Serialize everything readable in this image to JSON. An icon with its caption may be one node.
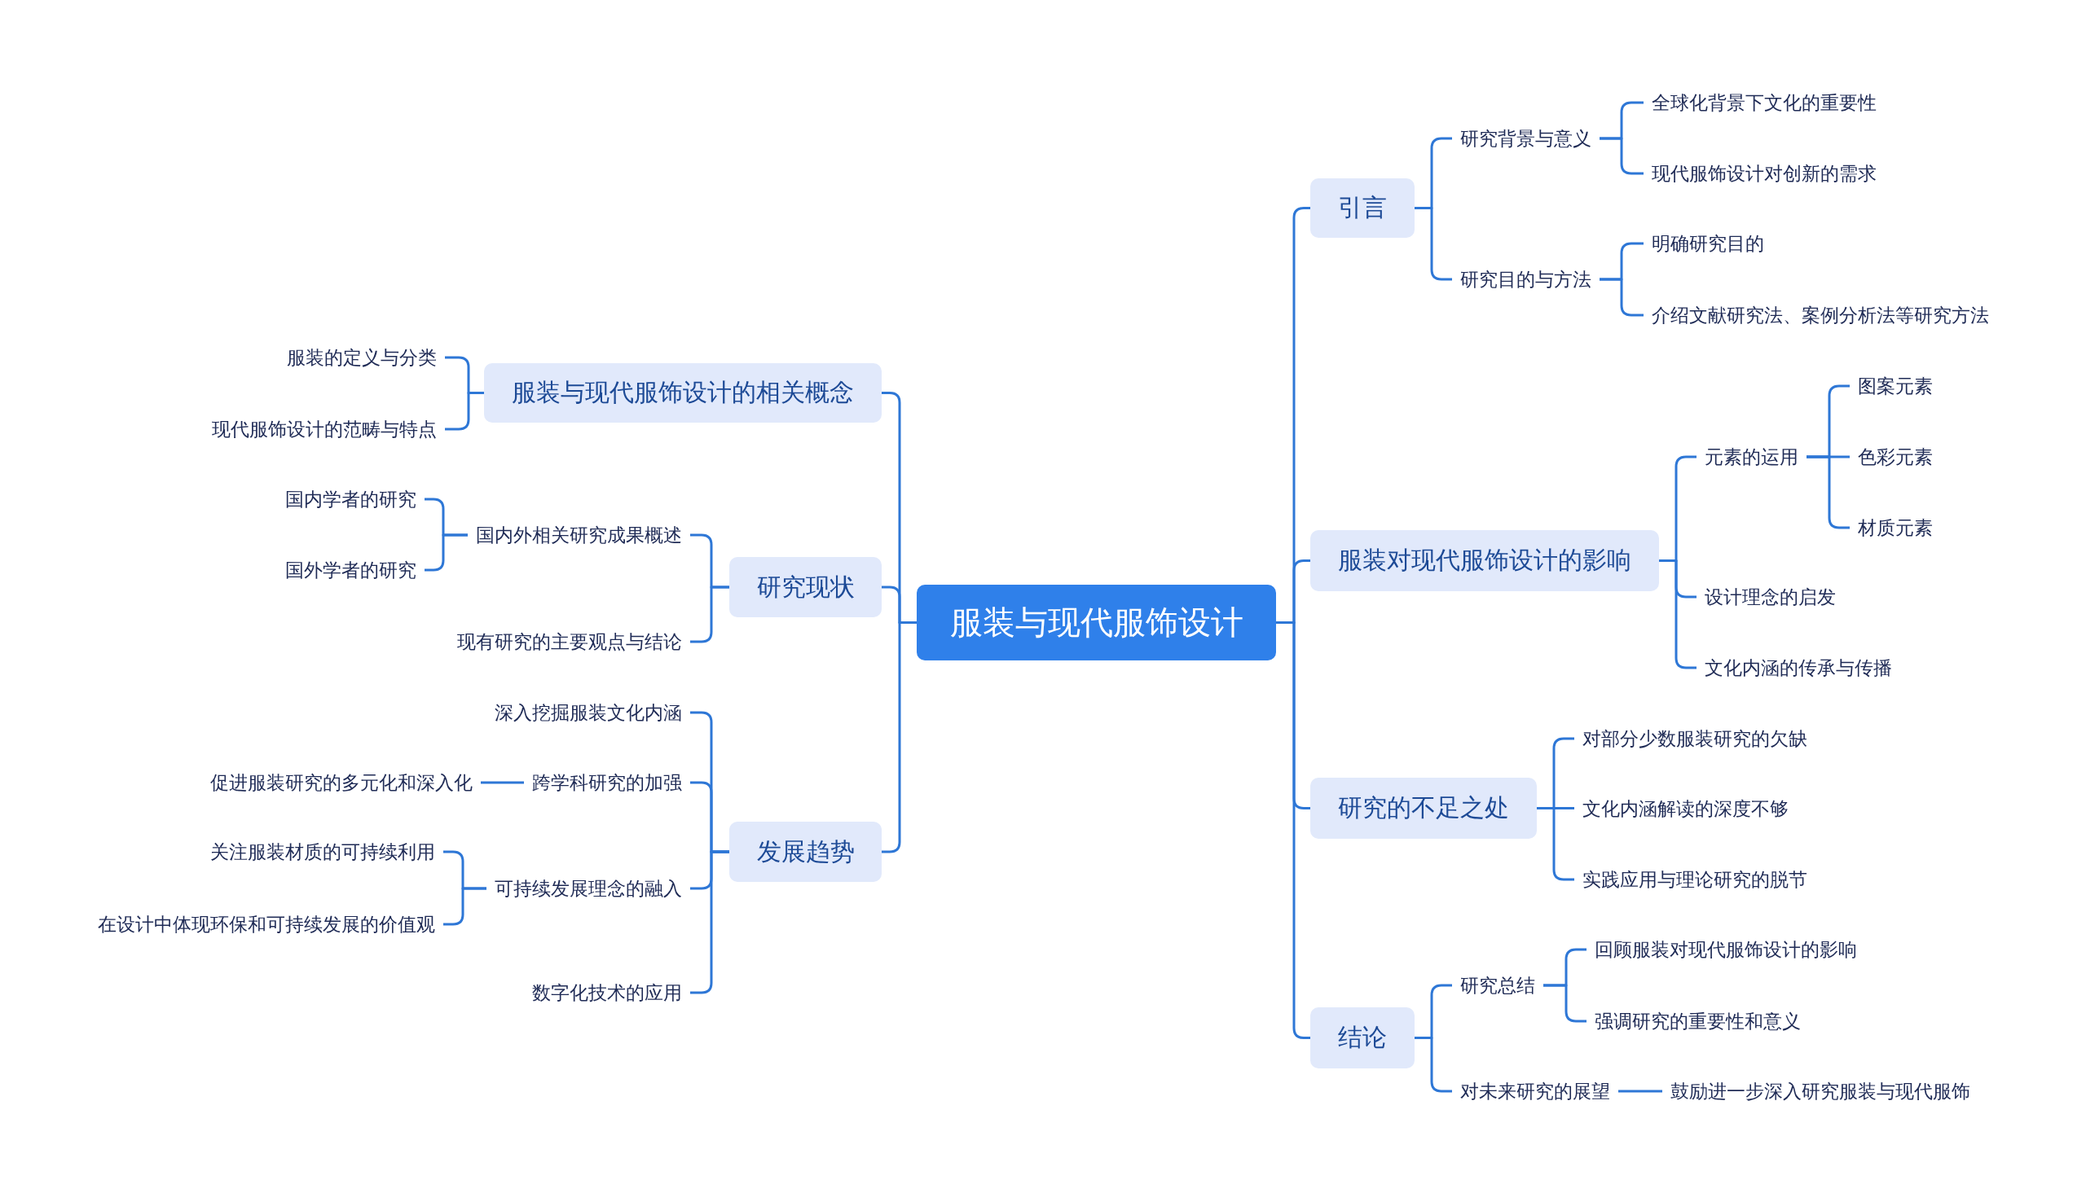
{
  "diagram": {
    "nodes": [
      {
        "text": [
          "服装与现代服饰设计"
        ]
      },
      {
        "text": [
          "服装与现代服饰设计的相关概念"
        ]
      },
      {
        "text": [
          "服装的定义与分类"
        ]
      },
      {
        "text": [
          "现代服饰设计的范畴与特点"
        ]
      },
      {
        "text": [
          "研究现状"
        ]
      },
      {
        "text": [
          "国内外相关研究成果概述"
        ]
      },
      {
        "text": [
          "国内学者的研究"
        ]
      },
      {
        "text": [
          "国外学者的研究"
        ]
      },
      {
        "text": [
          "现有研究的主要观点与结论"
        ]
      },
      {
        "text": [
          "发展趋势"
        ]
      },
      {
        "text": [
          "深入挖掘服装文化内涵"
        ]
      },
      {
        "text": [
          "跨学科研究的加强"
        ]
      },
      {
        "text": [
          "促进服装研究的多元化和深入化"
        ]
      },
      {
        "text": [
          "可持续发展理念的融入"
        ]
      },
      {
        "text": [
          "关注服装材质的可持续利用"
        ]
      },
      {
        "text": [
          "在设计中体现环保和可持续发展的价值观"
        ]
      },
      {
        "text": [
          "数字化技术的应用"
        ]
      },
      {
        "text": [
          "引言"
        ]
      },
      {
        "text": [
          "研究背景与意义"
        ]
      },
      {
        "text": [
          "全球化背景下文化的重要性"
        ]
      },
      {
        "text": [
          "现代服饰设计对创新的需求"
        ]
      },
      {
        "text": [
          "研究目的与方法"
        ]
      },
      {
        "text": [
          "明确研究目的"
        ]
      },
      {
        "text": [
          "介绍文献研究法、案例分析法等研究方法"
        ]
      },
      {
        "text": [
          "服装对现代服饰设计的影响"
        ]
      },
      {
        "text": [
          "元素的运用"
        ]
      },
      {
        "text": [
          "图案元素"
        ]
      },
      {
        "text": [
          "色彩元素"
        ]
      },
      {
        "text": [
          "材质元素"
        ]
      },
      {
        "text": [
          "设计理念的启发"
        ]
      },
      {
        "text": [
          "文化内涵的传承与传播"
        ]
      },
      {
        "text": [
          "研究的不足之处"
        ]
      },
      {
        "text": [
          "对部分少数服装研究的欠缺"
        ]
      },
      {
        "text": [
          "文化内涵解读的深度不够"
        ]
      },
      {
        "text": [
          "实践应用与理论研究的脱节"
        ]
      },
      {
        "text": [
          "结论"
        ]
      },
      {
        "text": [
          "研究总结"
        ]
      },
      {
        "text": [
          "回顾服装对现代服饰设计的影响"
        ]
      },
      {
        "text": [
          "强调研究的重要性和意义"
        ]
      },
      {
        "text": [
          "对未来研究的展望"
        ]
      },
      {
        "text": [
          "鼓励进一步深入研究服装与现代服饰"
        ]
      }
    ],
    "edges": [
      {
        "from": 0,
        "to": 1,
        "arrow": "none"
      },
      {
        "from": 1,
        "to": 2,
        "arrow": "none"
      },
      {
        "from": 1,
        "to": 3,
        "arrow": "none"
      },
      {
        "from": 0,
        "to": 4,
        "arrow": "none"
      },
      {
        "from": 4,
        "to": 5,
        "arrow": "none"
      },
      {
        "from": 5,
        "to": 6,
        "arrow": "none"
      },
      {
        "from": 5,
        "to": 7,
        "arrow": "none"
      },
      {
        "from": 4,
        "to": 8,
        "arrow": "none"
      },
      {
        "from": 0,
        "to": 9,
        "arrow": "none"
      },
      {
        "from": 9,
        "to": 10,
        "arrow": "none"
      },
      {
        "from": 9,
        "to": 11,
        "arrow": "none"
      },
      {
        "from": 11,
        "to": 12,
        "arrow": "none"
      },
      {
        "from": 9,
        "to": 13,
        "arrow": "none"
      },
      {
        "from": 13,
        "to": 14,
        "arrow": "none"
      },
      {
        "from": 13,
        "to": 15,
        "arrow": "none"
      },
      {
        "from": 9,
        "to": 16,
        "arrow": "none"
      },
      {
        "from": 0,
        "to": 17,
        "arrow": "none"
      },
      {
        "from": 17,
        "to": 18,
        "arrow": "none"
      },
      {
        "from": 18,
        "to": 19,
        "arrow": "none"
      },
      {
        "from": 18,
        "to": 20,
        "arrow": "none"
      },
      {
        "from": 17,
        "to": 21,
        "arrow": "none"
      },
      {
        "from": 21,
        "to": 22,
        "arrow": "none"
      },
      {
        "from": 21,
        "to": 23,
        "arrow": "none"
      },
      {
        "from": 0,
        "to": 24,
        "arrow": "none"
      },
      {
        "from": 24,
        "to": 25,
        "arrow": "none"
      },
      {
        "from": 25,
        "to": 26,
        "arrow": "none"
      },
      {
        "from": 25,
        "to": 27,
        "arrow": "none"
      },
      {
        "from": 25,
        "to": 28,
        "arrow": "none"
      },
      {
        "from": 24,
        "to": 29,
        "arrow": "none"
      },
      {
        "from": 24,
        "to": 30,
        "arrow": "none"
      },
      {
        "from": 0,
        "to": 31,
        "arrow": "none"
      },
      {
        "from": 31,
        "to": 32,
        "arrow": "none"
      },
      {
        "from": 31,
        "to": 33,
        "arrow": "none"
      },
      {
        "from": 31,
        "to": 34,
        "arrow": "none"
      },
      {
        "from": 0,
        "to": 35,
        "arrow": "none"
      },
      {
        "from": 35,
        "to": 36,
        "arrow": "none"
      },
      {
        "from": 36,
        "to": 37,
        "arrow": "none"
      },
      {
        "from": 36,
        "to": 38,
        "arrow": "none"
      },
      {
        "from": 35,
        "to": 39,
        "arrow": "none"
      },
      {
        "from": 39,
        "to": 40,
        "arrow": "none"
      }
    ]
  }
}
